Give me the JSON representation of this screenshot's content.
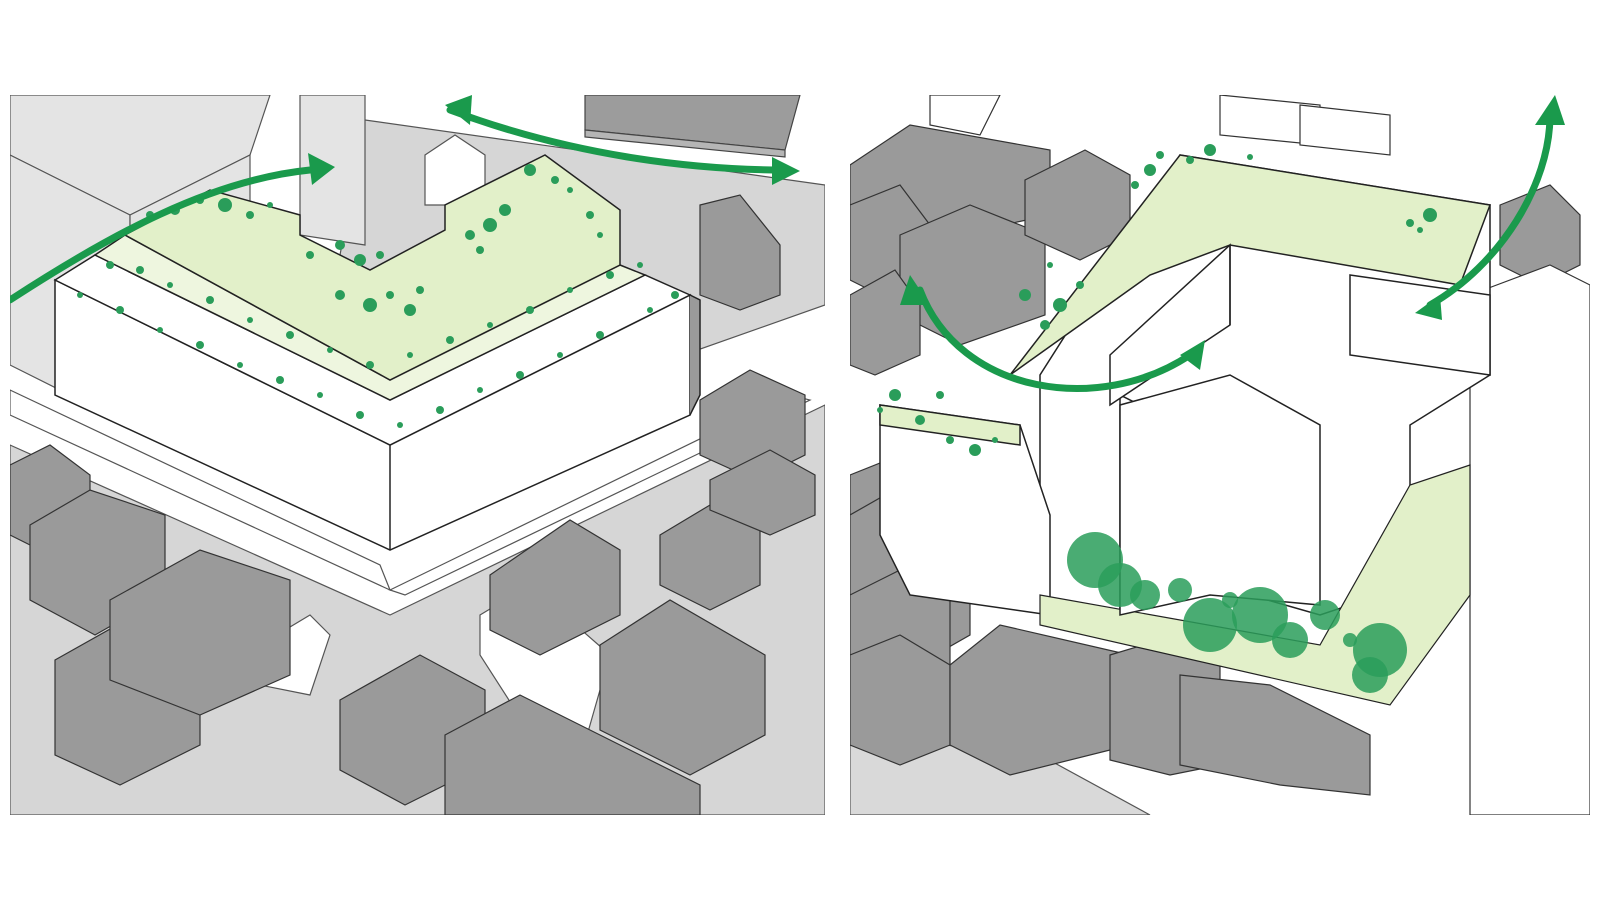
{
  "figure": {
    "panels": [
      {
        "id": "left",
        "subject": "corner-building-stepped-green-roofs",
        "accent": "#1a9a4c",
        "roof_fill": "#e2f0c9"
      },
      {
        "id": "right",
        "subject": "u-shaped-building-green-roof-courtyard",
        "accent": "#1a9a4c",
        "roof_fill": "#e2f0c9"
      }
    ],
    "colors": {
      "accent_green": "#1a9a4c",
      "green_roof": "#e2f0c9",
      "dark_building": "#9a9a9a",
      "light_building": "#e2e2e2",
      "street": "#d9d9d9",
      "background": "#ffffff"
    }
  }
}
